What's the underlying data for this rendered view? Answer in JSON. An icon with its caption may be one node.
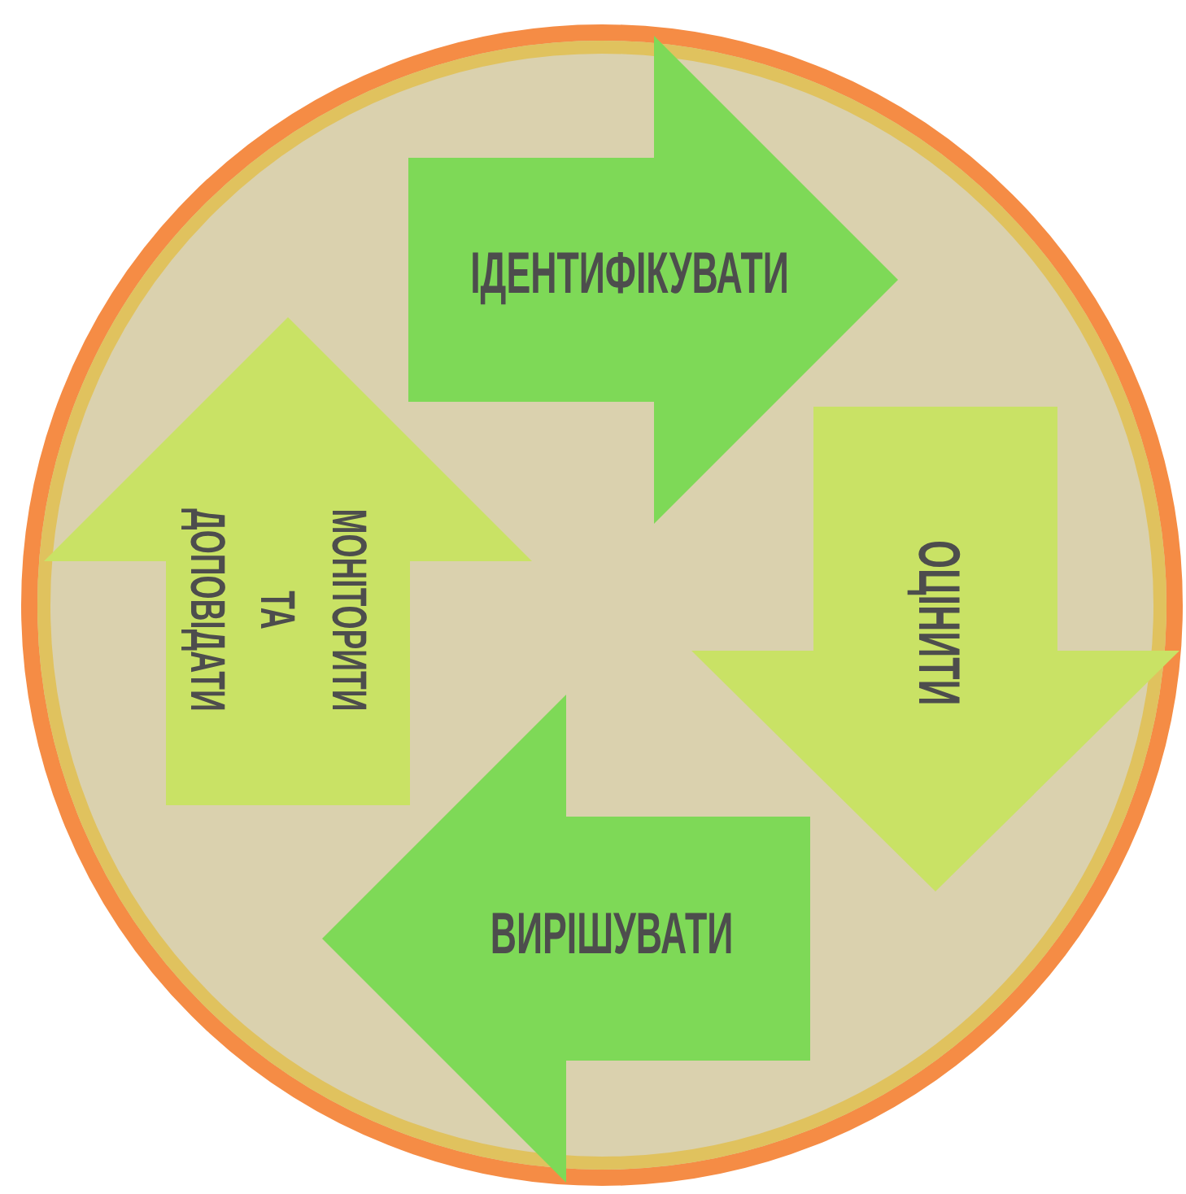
{
  "diagram": {
    "nodes": [
      {
        "text": [
          "ІДЕНТИФІКУВАТИ"
        ]
      },
      {
        "text": [
          "ОЦІНИТИ"
        ]
      },
      {
        "text": [
          "ВИРІШУВАТИ"
        ]
      },
      {
        "text": [
          "МОНІТОРИТИ ТА ДОПОВІДАТИ"
        ]
      }
    ]
  }
}
